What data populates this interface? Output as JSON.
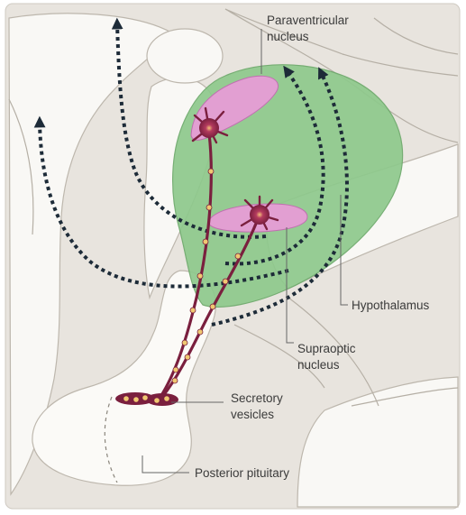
{
  "labels": {
    "paraventricular_line1": "Paraventricular",
    "paraventricular_line2": "nucleus",
    "hypothalamus": "Hypothalamus",
    "supraoptic_line1": "Supraoptic",
    "supraoptic_line2": "nucleus",
    "secretory_line1": "Secretory",
    "secretory_line2": "vesicles",
    "posterior_pituitary": "Posterior pituitary"
  },
  "colors": {
    "background": "#e8e4de",
    "tissue_light": "#f9f8f5",
    "hypothalamus_fill": "#8ec98c",
    "nucleus_fill": "#e29fd2",
    "neuron": "#7a1f3e",
    "vesicle": "#f0c872",
    "arrow": "#1d2b38",
    "leader": "#666666"
  }
}
